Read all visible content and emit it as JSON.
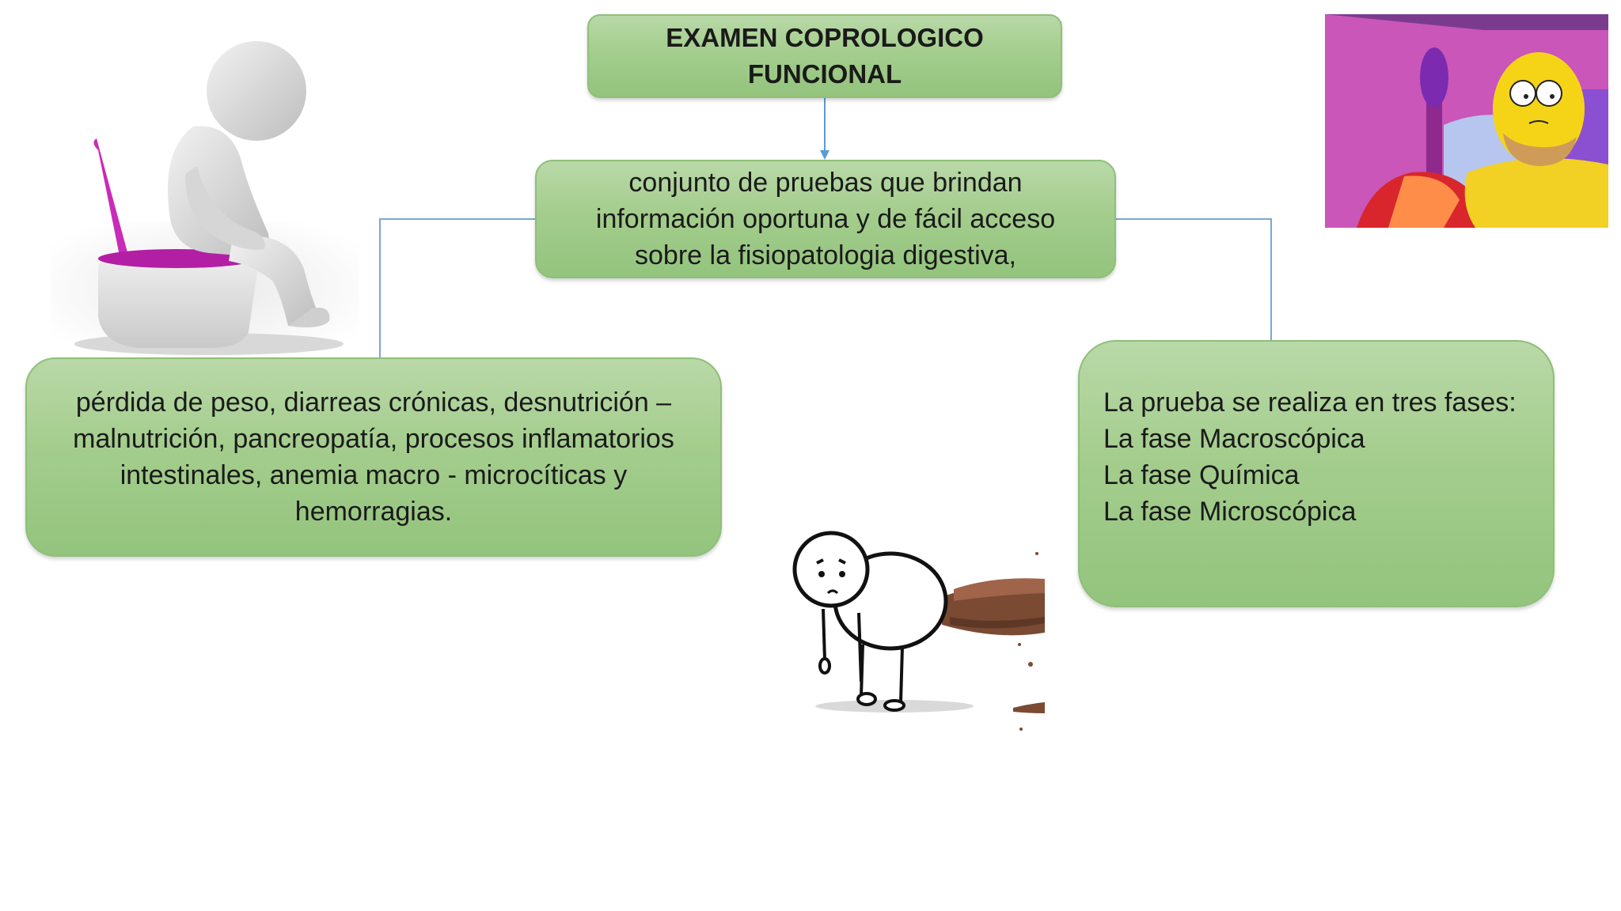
{
  "title_box": {
    "lines": [
      "EXAMEN COPROLOGICO",
      "FUNCIONAL"
    ]
  },
  "definition_box": {
    "lines": [
      "conjunto de pruebas que brindan",
      "información oportuna y de fácil acceso",
      "sobre la fisiopatologia digestiva,"
    ]
  },
  "indications_box": {
    "lines": [
      "pérdida de peso, diarreas crónicas, desnutrición –",
      "malnutrición, pancreopatía, procesos inflamatorios",
      "intestinales, anemia macro - microcíticas y",
      "hemorragias."
    ]
  },
  "phases_box": {
    "lines": [
      "La prueba se realiza en tres fases:",
      "La fase Macroscópica",
      "La fase Química",
      "La fase Microscópica"
    ]
  },
  "colors": {
    "box_fill_top": "#b9d9a8",
    "box_fill_bottom": "#93c47d",
    "box_border": "#8fbf78",
    "connector": "#5b9bd5"
  },
  "illustrations": {
    "top_left": "person-on-toilet-icon",
    "top_right": "cartoon-in-bed-icon",
    "center": "stick-figure-diarrhea-icon"
  }
}
